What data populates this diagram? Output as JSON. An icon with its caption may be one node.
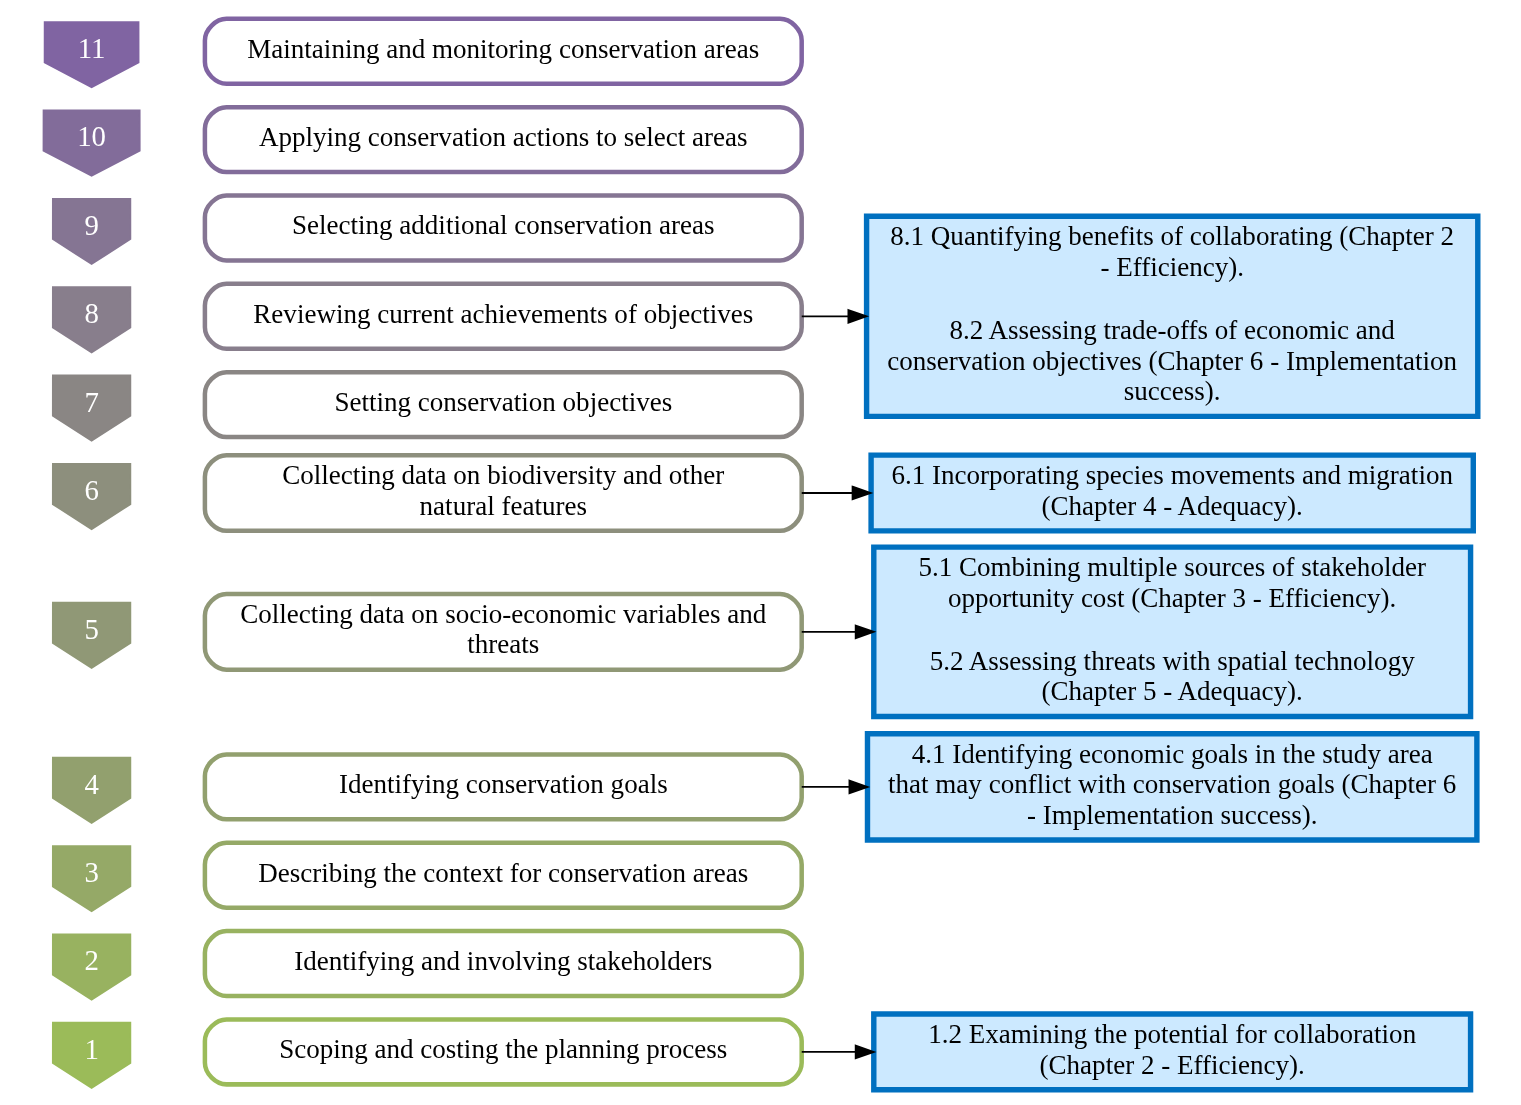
{
  "diagram": {
    "nodes": [
      {
        "text": [
          "1"
        ]
      },
      {
        "text": [
          "Scoping and costing the planning process"
        ]
      },
      {
        "text": [
          "2"
        ]
      },
      {
        "text": [
          "Identifying and involving stakeholders"
        ]
      },
      {
        "text": [
          "3"
        ]
      },
      {
        "text": [
          "Describing the context for conservation areas"
        ]
      },
      {
        "text": [
          "4"
        ]
      },
      {
        "text": [
          "Identifying conservation goals"
        ]
      },
      {
        "text": [
          "5"
        ]
      },
      {
        "text": [
          "Collecting data on socio-economic variables and threats"
        ]
      },
      {
        "text": [
          "6"
        ]
      },
      {
        "text": [
          "Collecting data on biodiversity and other natural features"
        ]
      },
      {
        "text": [
          "7"
        ]
      },
      {
        "text": [
          "Setting conservation objectives"
        ]
      },
      {
        "text": [
          "8"
        ]
      },
      {
        "text": [
          "Reviewing current achievements of objectives"
        ]
      },
      {
        "text": [
          "9"
        ]
      },
      {
        "text": [
          "Selecting additional conservation areas"
        ]
      },
      {
        "text": [
          "10"
        ]
      },
      {
        "text": [
          "Applying conservation actions to select areas"
        ]
      },
      {
        "text": [
          "11"
        ]
      },
      {
        "text": [
          "Maintaining and monitoring conservation areas"
        ]
      },
      {
        "text": [
          "1.2 Examining the potential for collaboration (Chapter 2 - Efficiency)."
        ]
      },
      {
        "text": [
          "4.1 Identifying economic goals in the study area that may conflict with conservation goals (Chapter 6 - Implementation success)."
        ]
      },
      {
        "text": [
          "5.1 Combining multiple sources of stakeholder opportunity cost (Chapter 3 - Efficiency).",
          "5.2 Assessing threats with spatial technology (Chapter 5 - Adequacy)."
        ]
      },
      {
        "text": [
          "6.1 Incorporating species movements and migration (Chapter 4 - Adequacy)."
        ]
      },
      {
        "text": [
          "8.1 Quantifying benefits of collaborating (Chapter 2 - Efficiency).",
          "8.2 Assessing trade-offs of economic and conservation objectives (Chapter 6 - Implementation success)."
        ]
      }
    ],
    "edges": [
      {
        "from": 1,
        "to": 22,
        "arrow": "to"
      },
      {
        "from": 7,
        "to": 23,
        "arrow": "to"
      },
      {
        "from": 9,
        "to": 24,
        "arrow": "to"
      },
      {
        "from": 11,
        "to": 25,
        "arrow": "to"
      },
      {
        "from": 15,
        "to": 26,
        "arrow": "to"
      }
    ]
  }
}
